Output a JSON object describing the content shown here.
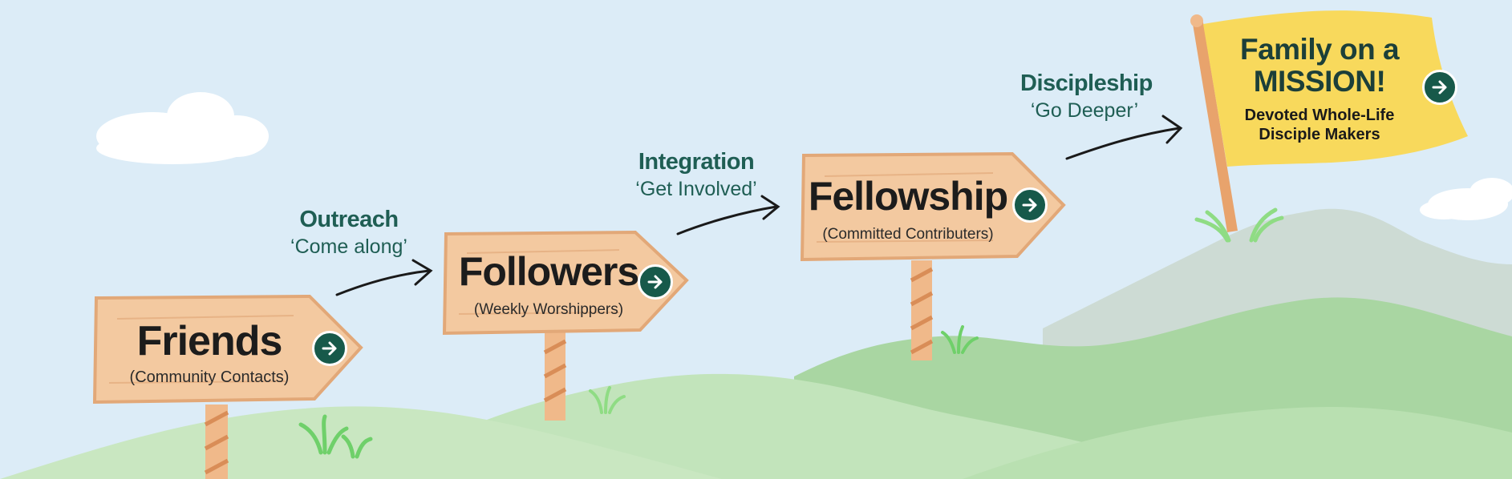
{
  "stages": [
    {
      "title": "Friends",
      "subtitle": "(Community Contacts)"
    },
    {
      "title": "Followers",
      "subtitle": "(Weekly Worshippers)"
    },
    {
      "title": "Fellowship",
      "subtitle": "(Committed Contributers)"
    }
  ],
  "transitions": [
    {
      "name": "Outreach",
      "tagline": "‘Come along’"
    },
    {
      "name": "Integration",
      "tagline": "‘Get Involved’"
    },
    {
      "name": "Discipleship",
      "tagline": "‘Go Deeper’"
    }
  ],
  "goal": {
    "line1": "Family on a",
    "line2": "MISSION!",
    "line3": "Devoted Whole-Life",
    "line4": "Disciple Makers"
  },
  "colors": {
    "sky": "#dcecf7",
    "wood": "#f3c9a0",
    "wood_edge": "#e2a878",
    "button": "#17594a",
    "label_text": "#1f5e54",
    "flag": "#f8d95c"
  },
  "icons": {
    "sign_button": "arrow-right-circle-icon",
    "transition": "curved-arrow-icon",
    "goal": "flag-icon"
  }
}
